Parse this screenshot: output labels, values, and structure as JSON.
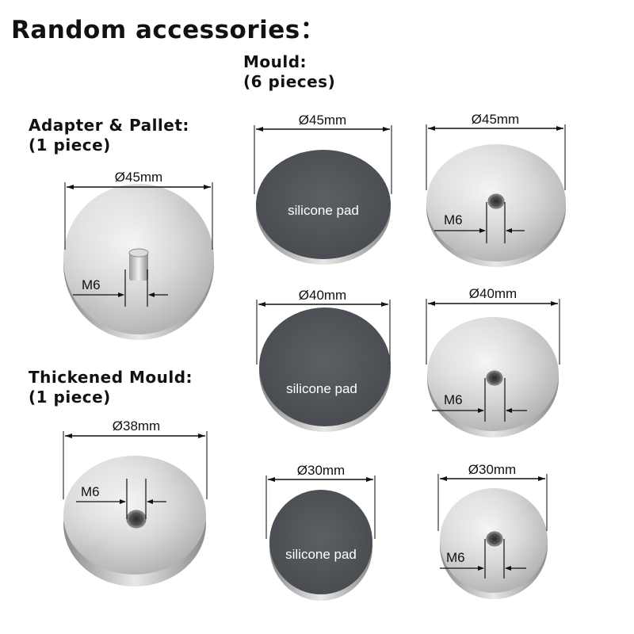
{
  "title": "Random accessories：",
  "sections": {
    "mould": {
      "line1": "Mould:",
      "line2": "(6 pieces)"
    },
    "adapter": {
      "line1": "Adapter & Pallet:",
      "line2": "(1 piece)"
    },
    "thickened": {
      "line1": "Thickened Mould:",
      "line2": "(1 piece)"
    }
  },
  "items": {
    "adapter": {
      "diameter": "Ø45mm",
      "thread": "M6"
    },
    "thickened": {
      "diameter": "Ø38mm",
      "thread": "M6"
    },
    "pad45": {
      "diameter": "Ø45mm",
      "label": "silicone pad"
    },
    "pad40": {
      "diameter": "Ø40mm",
      "label": "silicone pad"
    },
    "pad30": {
      "diameter": "Ø30mm",
      "label": "silicone pad"
    },
    "metal45": {
      "diameter": "Ø45mm",
      "thread": "M6"
    },
    "metal40": {
      "diameter": "Ø40mm",
      "thread": "M6"
    },
    "metal30": {
      "diameter": "Ø30mm",
      "thread": "M6"
    }
  }
}
